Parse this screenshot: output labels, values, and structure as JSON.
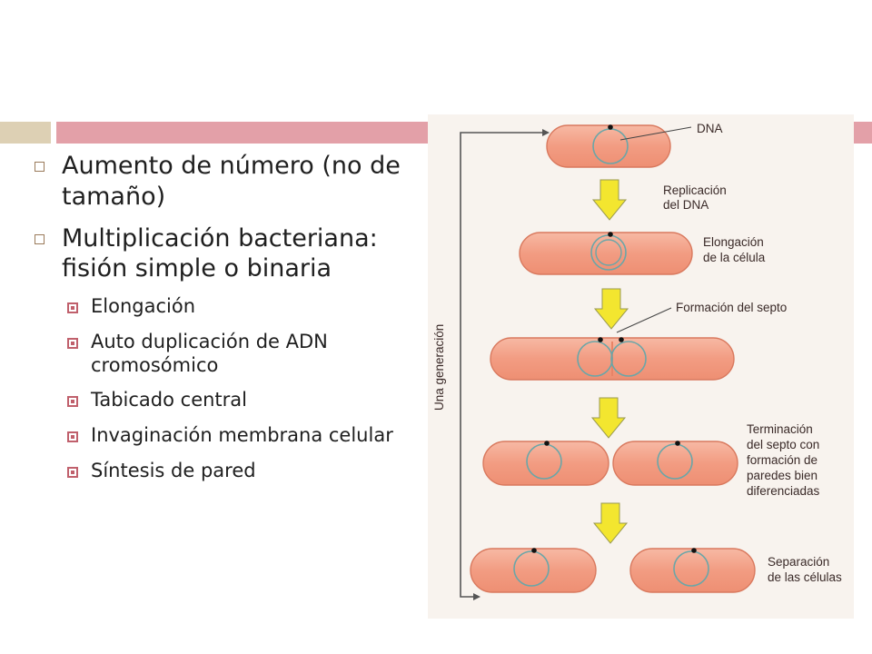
{
  "slide": {
    "bullets": [
      "Aumento de número (no de tamaño)",
      "Multiplicación bacteriana: fisión simple o binaria"
    ],
    "subbullets": [
      "Elongación",
      "Auto duplicación de ADN cromosómico",
      "Tabicado central",
      "Invaginación membrana celular",
      "Síntesis de pared"
    ]
  },
  "figure": {
    "generation_label": "Una generación",
    "labels": {
      "dna": "DNA",
      "replication_1": "Replicación",
      "replication_2": "del DNA",
      "elongation_1": "Elongación",
      "elongation_2": "de la célula",
      "septum_formation": "Formación del septo",
      "termination_1": "Terminación",
      "termination_2": "del septo con",
      "termination_3": "formación de",
      "termination_4": "paredes bien",
      "termination_5": "diferenciadas",
      "separation_1": "Separación",
      "separation_2": "de las células"
    },
    "colors": {
      "cell_fill": "#f29c82",
      "cell_stroke": "#d9795e",
      "dna_ring": "#6aa6a8",
      "arrow_fill": "#f3e62f",
      "arrow_stroke": "#9a9a50"
    }
  }
}
